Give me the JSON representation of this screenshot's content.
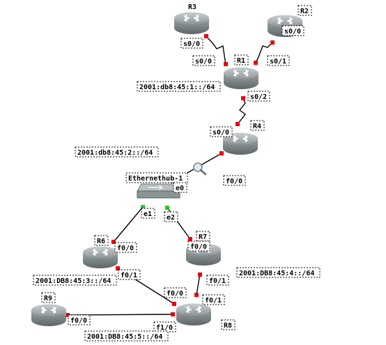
{
  "routers": [
    {
      "id": "R3",
      "name": "R3"
    },
    {
      "id": "R2",
      "name": "R2"
    },
    {
      "id": "R1",
      "name": "R1"
    },
    {
      "id": "R4",
      "name": "R4"
    },
    {
      "id": "R6",
      "name": "R6"
    },
    {
      "id": "R7",
      "name": "R7"
    },
    {
      "id": "R9",
      "name": "R9"
    },
    {
      "id": "R8",
      "name": "R8"
    }
  ],
  "hub": {
    "name": "Ethernethub-1"
  },
  "interfaces": {
    "r3_s00": "s0/0",
    "r1_s00": "s0/0",
    "r2_s00": "s0/0",
    "r1_s01": "s0/1",
    "r1_s02": "s0/2",
    "r4_s00": "s0/0",
    "r4_f00": "f0/0",
    "hub_e0": "e0",
    "hub_e1": "e1",
    "hub_e2": "e2",
    "r6_f00": "f0/0",
    "r6_f01": "f0/1",
    "r7_f00": "f0/0",
    "r7_f01": "f0/1",
    "r8_f00": "f0/0",
    "r8_f01": "f0/1",
    "r8_f10": "f1/0",
    "r9_f00": "f0/0"
  },
  "networks": {
    "net1": "2001:db8:45:1::/64",
    "net2": "2001:db8:45:2::/64",
    "net3": "2001:DB8:45:3::/64",
    "net4": "2001:DB8:45:4::/64",
    "net5": "2001:DB8:45:5::/64"
  },
  "colors": {
    "port_up": "#22cc22",
    "port_serial": "#ee0000",
    "link": "#000000",
    "router_body": "#8a9193"
  }
}
